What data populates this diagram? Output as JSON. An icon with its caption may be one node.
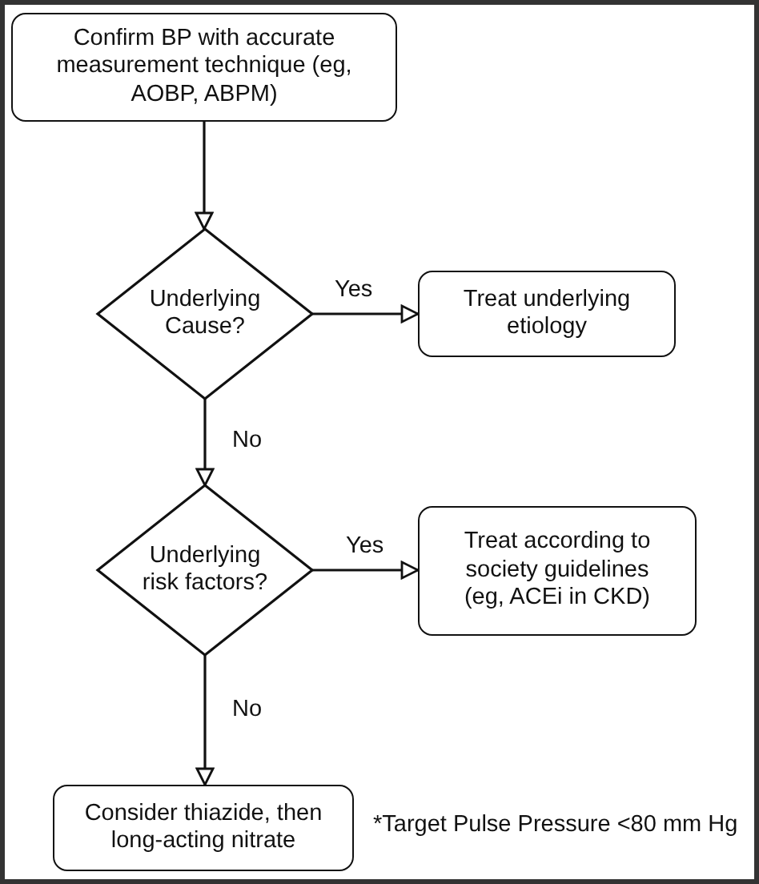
{
  "diagram": {
    "nodes": [
      {
        "text": [
          "Confirm BP with accurate measurement technique (eg, AOBP, ABPM)"
        ]
      },
      {
        "text": [
          "Underlying Cause?"
        ]
      },
      {
        "text": [
          "Treat underlying etiology"
        ]
      },
      {
        "text": [
          "Underlying risk factors?"
        ]
      },
      {
        "text": [
          "Treat according to society guidelines (eg, ACEi in CKD)"
        ]
      },
      {
        "text": [
          "Consider thiazide, then long-acting nitrate"
        ]
      }
    ],
    "edges": [
      {
        "from": 0,
        "to": 1,
        "arrow": "to"
      },
      {
        "from": 1,
        "to": 2,
        "arrow": "to",
        "label": "Yes"
      },
      {
        "from": 1,
        "to": 3,
        "arrow": "to",
        "label": "No"
      },
      {
        "from": 3,
        "to": 4,
        "arrow": "to",
        "label": "Yes"
      },
      {
        "from": 3,
        "to": 5,
        "arrow": "to",
        "label": "No"
      }
    ],
    "labels": [
      "*Target Pulse Pressure <80 mm Hg"
    ]
  }
}
